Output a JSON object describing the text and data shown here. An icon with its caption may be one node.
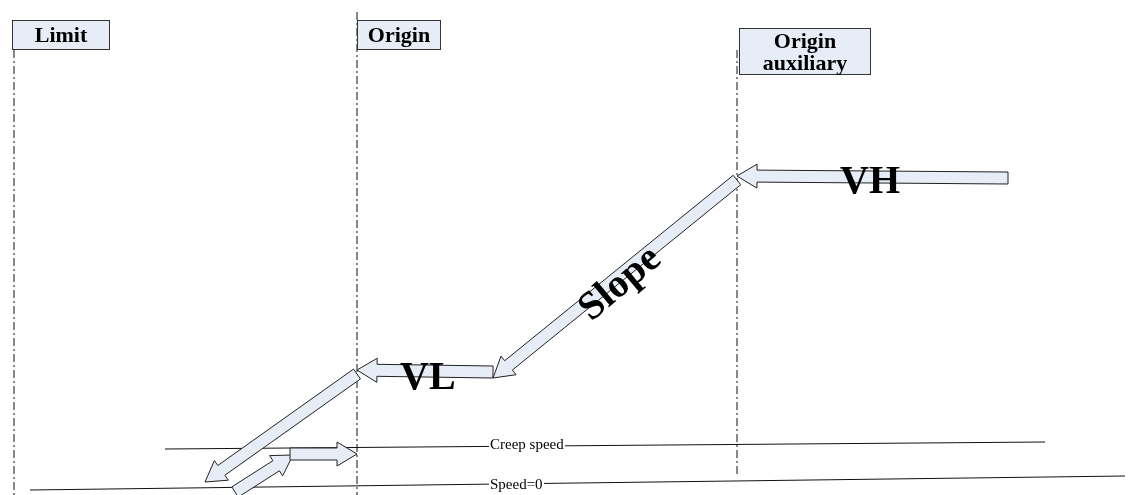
{
  "diagram": {
    "nodes": [
      {
        "text": [
          "Limit"
        ]
      },
      {
        "text": [
          "Origin"
        ]
      },
      {
        "text": [
          "Origin auxiliary"
        ]
      }
    ],
    "labels": [
      "VH",
      "Slope",
      "VL",
      "Creep speed",
      "Speed=0"
    ]
  }
}
